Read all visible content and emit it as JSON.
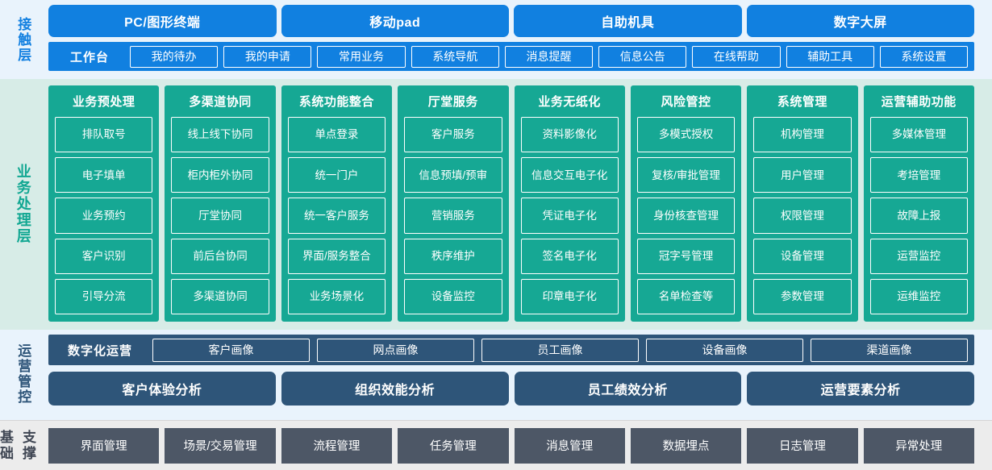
{
  "colors": {
    "contact_blue": "#1180e0",
    "contact_bg": "#e9f3fc",
    "biz_green": "#16a894",
    "biz_bg": "#d7ece7",
    "ops_navy": "#2e5579",
    "base_gray": "#4d5766",
    "base_bg": "#ececec"
  },
  "contact_layer": {
    "label": "接触层",
    "channels": [
      "PC/图形终端",
      "移动pad",
      "自助机具",
      "数字大屏"
    ],
    "workbench_title": "工作台",
    "workbench_items": [
      "我的待办",
      "我的申请",
      "常用业务",
      "系统导航",
      "消息提醒",
      "信息公告",
      "在线帮助",
      "辅助工具",
      "系统设置"
    ]
  },
  "business_layer": {
    "label": "业务处理层",
    "columns": [
      {
        "title": "业务预处理",
        "items": [
          "排队取号",
          "电子填单",
          "业务预约",
          "客户识别",
          "引导分流"
        ]
      },
      {
        "title": "多渠道协同",
        "items": [
          "线上线下协同",
          "柜内柜外协同",
          "厅堂协同",
          "前后台协同",
          "多渠道协同"
        ]
      },
      {
        "title": "系统功能整合",
        "items": [
          "单点登录",
          "统一门户",
          "统一客户服务",
          "界面/服务整合",
          "业务场景化"
        ]
      },
      {
        "title": "厅堂服务",
        "items": [
          "客户服务",
          "信息预填/预审",
          "营销服务",
          "秩序维护",
          "设备监控"
        ]
      },
      {
        "title": "业务无纸化",
        "items": [
          "资料影像化",
          "信息交互电子化",
          "凭证电子化",
          "签名电子化",
          "印章电子化"
        ]
      },
      {
        "title": "风险管控",
        "items": [
          "多模式授权",
          "复核/审批管理",
          "身份核查管理",
          "冠字号管理",
          "名单检查等"
        ]
      },
      {
        "title": "系统管理",
        "items": [
          "机构管理",
          "用户管理",
          "权限管理",
          "设备管理",
          "参数管理"
        ]
      },
      {
        "title": "运营辅助功能",
        "items": [
          "多媒体管理",
          "考培管理",
          "故障上报",
          "运营监控",
          "运维监控"
        ]
      }
    ]
  },
  "operation_layer": {
    "label": "运营管控",
    "portrait_title": "数字化运营",
    "portrait_items": [
      "客户画像",
      "网点画像",
      "员工画像",
      "设备画像",
      "渠道画像"
    ],
    "analysis_items": [
      "客户体验分析",
      "组织效能分析",
      "员工绩效分析",
      "运营要素分析"
    ]
  },
  "foundation_layer": {
    "label": "基础\n支撑",
    "label_line1": "基础",
    "label_line2": "支撑",
    "items": [
      "界面管理",
      "场景/交易管理",
      "流程管理",
      "任务管理",
      "消息管理",
      "数据埋点",
      "日志管理",
      "异常处理"
    ]
  }
}
